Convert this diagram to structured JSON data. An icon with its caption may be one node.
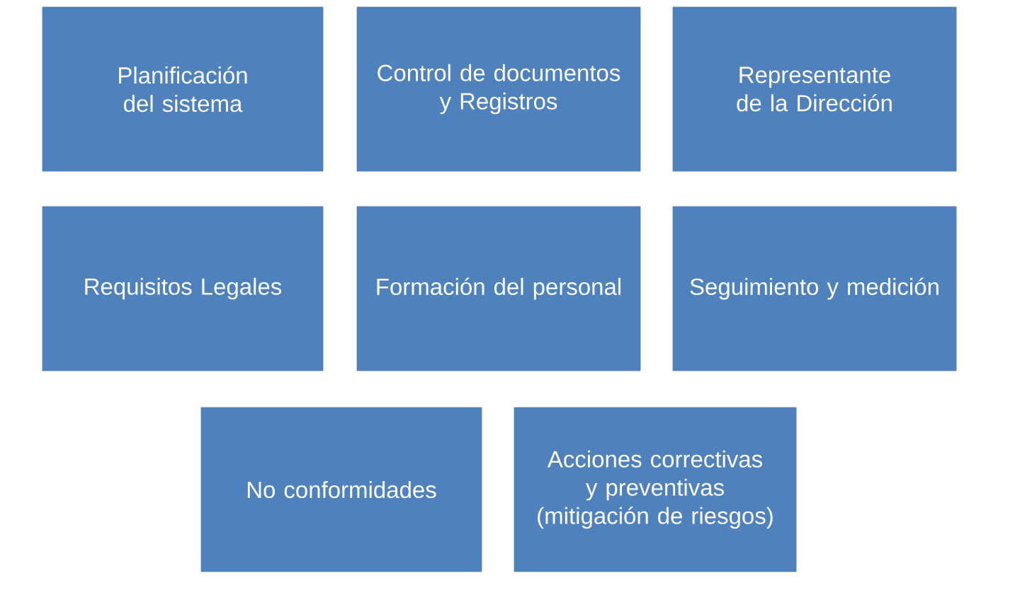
{
  "diagram": {
    "nodes": [
      {
        "text": [
          "Planificación del sistema"
        ]
      },
      {
        "text": [
          "Control de documentos y Registros"
        ]
      },
      {
        "text": [
          "Representante de la Dirección"
        ]
      },
      {
        "text": [
          "Requisitos Legales"
        ]
      },
      {
        "text": [
          "Formación del personal"
        ]
      },
      {
        "text": [
          "Seguimiento y medición"
        ]
      },
      {
        "text": [
          "No conformidades"
        ]
      },
      {
        "text": [
          "Acciones correctivas y preventivas (mitigación de riesgos)"
        ]
      }
    ]
  }
}
